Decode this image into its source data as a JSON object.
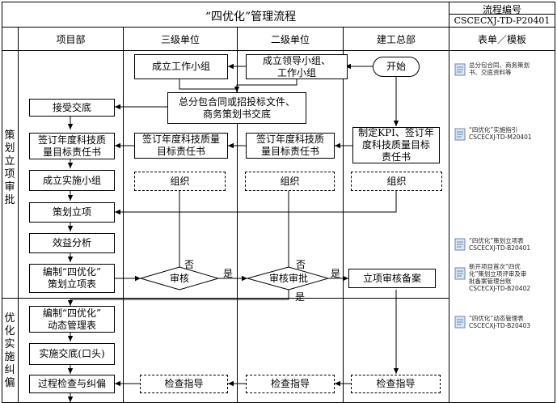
{
  "header": {
    "title": "“四优化”管理流程",
    "process_no_label": "流程编号",
    "process_no": "CSCECXJ-TD-P20401"
  },
  "columns": [
    "项目部",
    "三级单位",
    "二级单位",
    "建工总部",
    "表单／模板"
  ],
  "phases": [
    "策划立项审批",
    "优化实施纠偏"
  ],
  "nodes": {
    "start": "开始",
    "leader_group": "成立领导小组、\n工作小组",
    "work_group": "成立工作小组",
    "contract_docs": "总分包合同或招投标文件、\n商务策划书交底",
    "receive_handover": "接受交底",
    "kpi": "制定KPI、签订年\n度科技质量目标\n责任书",
    "sign_pm": "签订年度科技质\n量目标责任书",
    "sign_l3": "签订年度科技质量\n目标责任书",
    "sign_l2": "签订年度科技质\n量目标责任书",
    "setup_team": "成立实施小组",
    "org_l3": "组织",
    "org_l2": "组织",
    "org_hq": "组织",
    "plan_project": "策划立项",
    "benefit": "效益分析",
    "compile_plan": "编制“四优化”\n策划立项表",
    "review_l3": "审核",
    "review_l2": "审核审批",
    "approve_record": "立项审核备案",
    "compile_dynamic": "编制“四优化”\n动态管理表",
    "implement": "实施交底(口头)",
    "check_correct": "过程检查与纠偏",
    "guide_l3": "检查指导",
    "guide_l2": "检查指导",
    "guide_hq": "检查指导"
  },
  "labels": {
    "no1": "否",
    "yes1": "是",
    "no2": "否",
    "yes2": "是",
    "yes3": "是"
  },
  "templates": [
    "总分包合同、商务策划\n书、交底资料等",
    "“四优化”实施指引\nCSCECXJ-TD-M20401",
    "“四优化”策划立项表\nCSCECXJ-TD-B20401",
    "新开项目首次“四优\n化”策划立项评审及审\n批备案管理台账\nCSCECXJ-TD-B20402",
    "“四优化”动态管理表\nCSCECXJ-TD-B20403"
  ],
  "icons": [
    "document-icon",
    "document-icon",
    "document-icon",
    "document-icon",
    "document-icon"
  ]
}
